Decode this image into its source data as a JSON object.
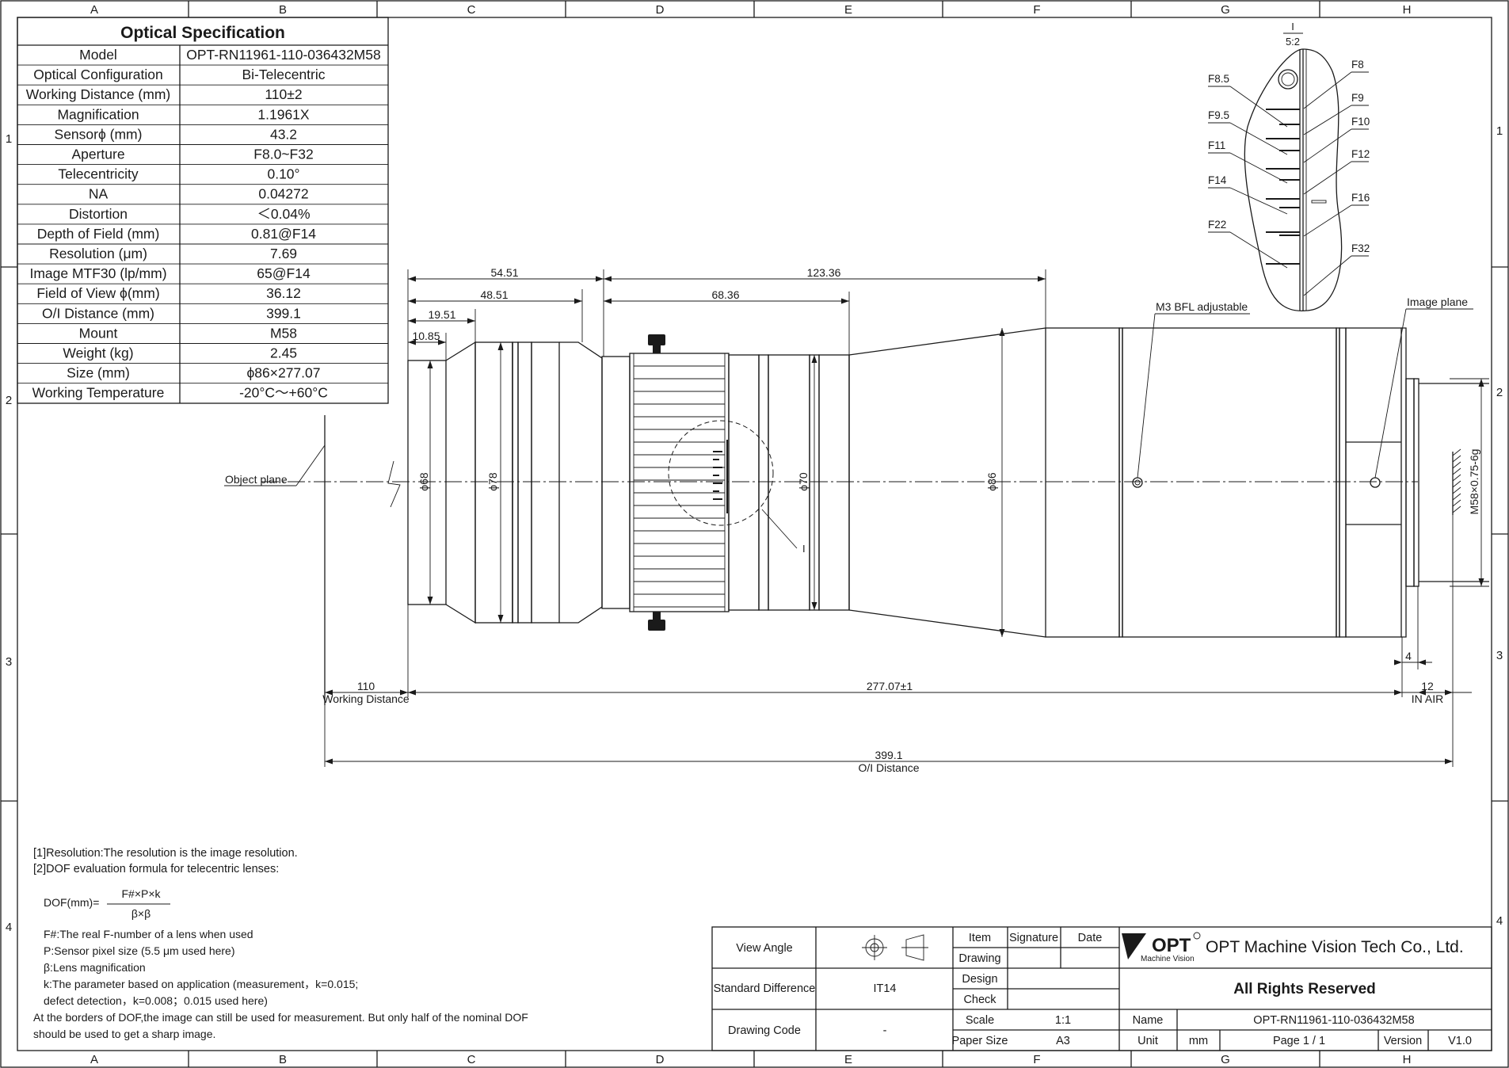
{
  "zones": {
    "columns": [
      "A",
      "B",
      "C",
      "D",
      "E",
      "F",
      "G",
      "H"
    ],
    "rows": [
      "1",
      "2",
      "3",
      "4"
    ]
  },
  "spec": {
    "title": "Optical Specification",
    "rows": [
      {
        "label": "Model",
        "value": "OPT-RN11961-110-036432M58"
      },
      {
        "label": "Optical Configuration",
        "value": "Bi-Telecentric"
      },
      {
        "label": "Working Distance (mm)",
        "value": "110±2"
      },
      {
        "label": "Magnification",
        "value": "1.1961X"
      },
      {
        "label": "Sensorϕ (mm)",
        "value": "43.2"
      },
      {
        "label": "Aperture",
        "value": "F8.0~F32"
      },
      {
        "label": "Telecentricity",
        "value": "0.10°"
      },
      {
        "label": "NA",
        "value": "0.04272"
      },
      {
        "label": "Distortion",
        "value": "＜0.04%"
      },
      {
        "label": "Depth of Field (mm)",
        "value": "0.81@F14"
      },
      {
        "label": "Resolution (μm)",
        "value": "7.69"
      },
      {
        "label": "Image MTF30 (lp/mm)",
        "value": "65@F14"
      },
      {
        "label": "Field of View ϕ(mm)",
        "value": "36.12"
      },
      {
        "label": "O/I Distance (mm)",
        "value": "399.1"
      },
      {
        "label": "Mount",
        "value": "M58"
      },
      {
        "label": "Weight (kg)",
        "value": "2.45"
      },
      {
        "label": "Size (mm)",
        "value": "ϕ86×277.07"
      },
      {
        "label": "Working Temperature",
        "value": "-20°C～+60°C"
      }
    ]
  },
  "detail": {
    "label": "I",
    "scale": "5:2",
    "callout": "I",
    "f_stops_left": [
      "F8.5",
      "F9.5",
      "F11",
      "F14",
      "F22"
    ],
    "f_stops_right": [
      "F8",
      "F9",
      "F10",
      "F12",
      "F16",
      "F32"
    ]
  },
  "labels": {
    "object_plane": "Object plane",
    "image_plane": "Image plane",
    "bfl": "M3 BFL adjustable",
    "mount_thread": "M58×0.75-6g",
    "in_air": "IN AIR",
    "working_distance": "Working Distance",
    "oi_distance": "O/I Distance"
  },
  "dimensions": {
    "d1": "54.51",
    "d2": "48.51",
    "d3": "19.51",
    "d4": "10.85",
    "d5": "123.36",
    "d6": "68.36",
    "dia68": "ϕ68",
    "dia78": "ϕ78",
    "dia70": "ϕ70",
    "dia86": "ϕ86",
    "wd": "110",
    "length": "277.07±1",
    "flange": "4",
    "air": "12",
    "oi": "399.1"
  },
  "notes": {
    "n1": "[1]Resolution:The resolution is  the image resolution.",
    "n2": "[2]DOF evaluation formula for telecentric lenses:",
    "formula_lhs": "DOF(mm)=",
    "formula_num": "F#×P×k",
    "formula_den": "β×β",
    "v1": "F#:The real F-number of a lens when used",
    "v2": "P:Sensor pixel size (5.5 μm used here)",
    "v3": "β:Lens magnification",
    "v4": "k:The parameter based on application (measurement，k=0.015;",
    "v5": "  defect detection，k=0.008；0.015 used here)",
    "c1": "At the borders of DOF,the image can still be used for measurement. But only half of the nominal DOF",
    "c2": "should be used to get a sharp image."
  },
  "title_block": {
    "view_angle": "View Angle",
    "std_diff": "Standard Difference",
    "std_val": "IT14",
    "drawing_code": "Drawing Code",
    "drawing_code_val": "-",
    "item": "Item",
    "signature": "Signature",
    "date": "Date",
    "drawing": "Drawing",
    "design": "Design",
    "check": "Check",
    "scale": "Scale",
    "scale_val": "1:1",
    "paper_size": "Paper Size",
    "paper_val": "A3",
    "brand": "OPT",
    "brand_sub": "Machine Vision",
    "company": "OPT Machine Vision Tech Co., Ltd.",
    "rights": "All Rights Reserved",
    "name_label": "Name",
    "name_val": "OPT-RN11961-110-036432M58",
    "unit_label": "Unit",
    "unit_val": "mm",
    "page": "Page  1 / 1",
    "version_label": "Version",
    "version_val": "V1.0"
  }
}
